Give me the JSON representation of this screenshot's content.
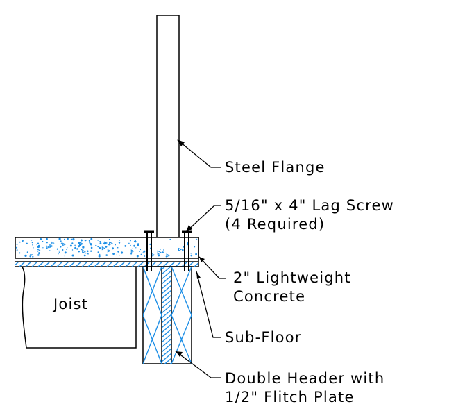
{
  "labels": {
    "steel_flange": "Steel Flange",
    "lag_screw_line1": "5/16\" x 4\" Lag Screw",
    "lag_screw_line2": "(4 Required)",
    "concrete_line1": "2\" Lightweight",
    "concrete_line2": "Concrete",
    "sub_floor": "Sub-Floor",
    "header_line1": "Double Header with",
    "header_line2": "1/2\" Flitch Plate",
    "joist": "Joist"
  },
  "colors": {
    "line": "#000000",
    "hatch": "#1e8fe6",
    "background": "#ffffff"
  }
}
